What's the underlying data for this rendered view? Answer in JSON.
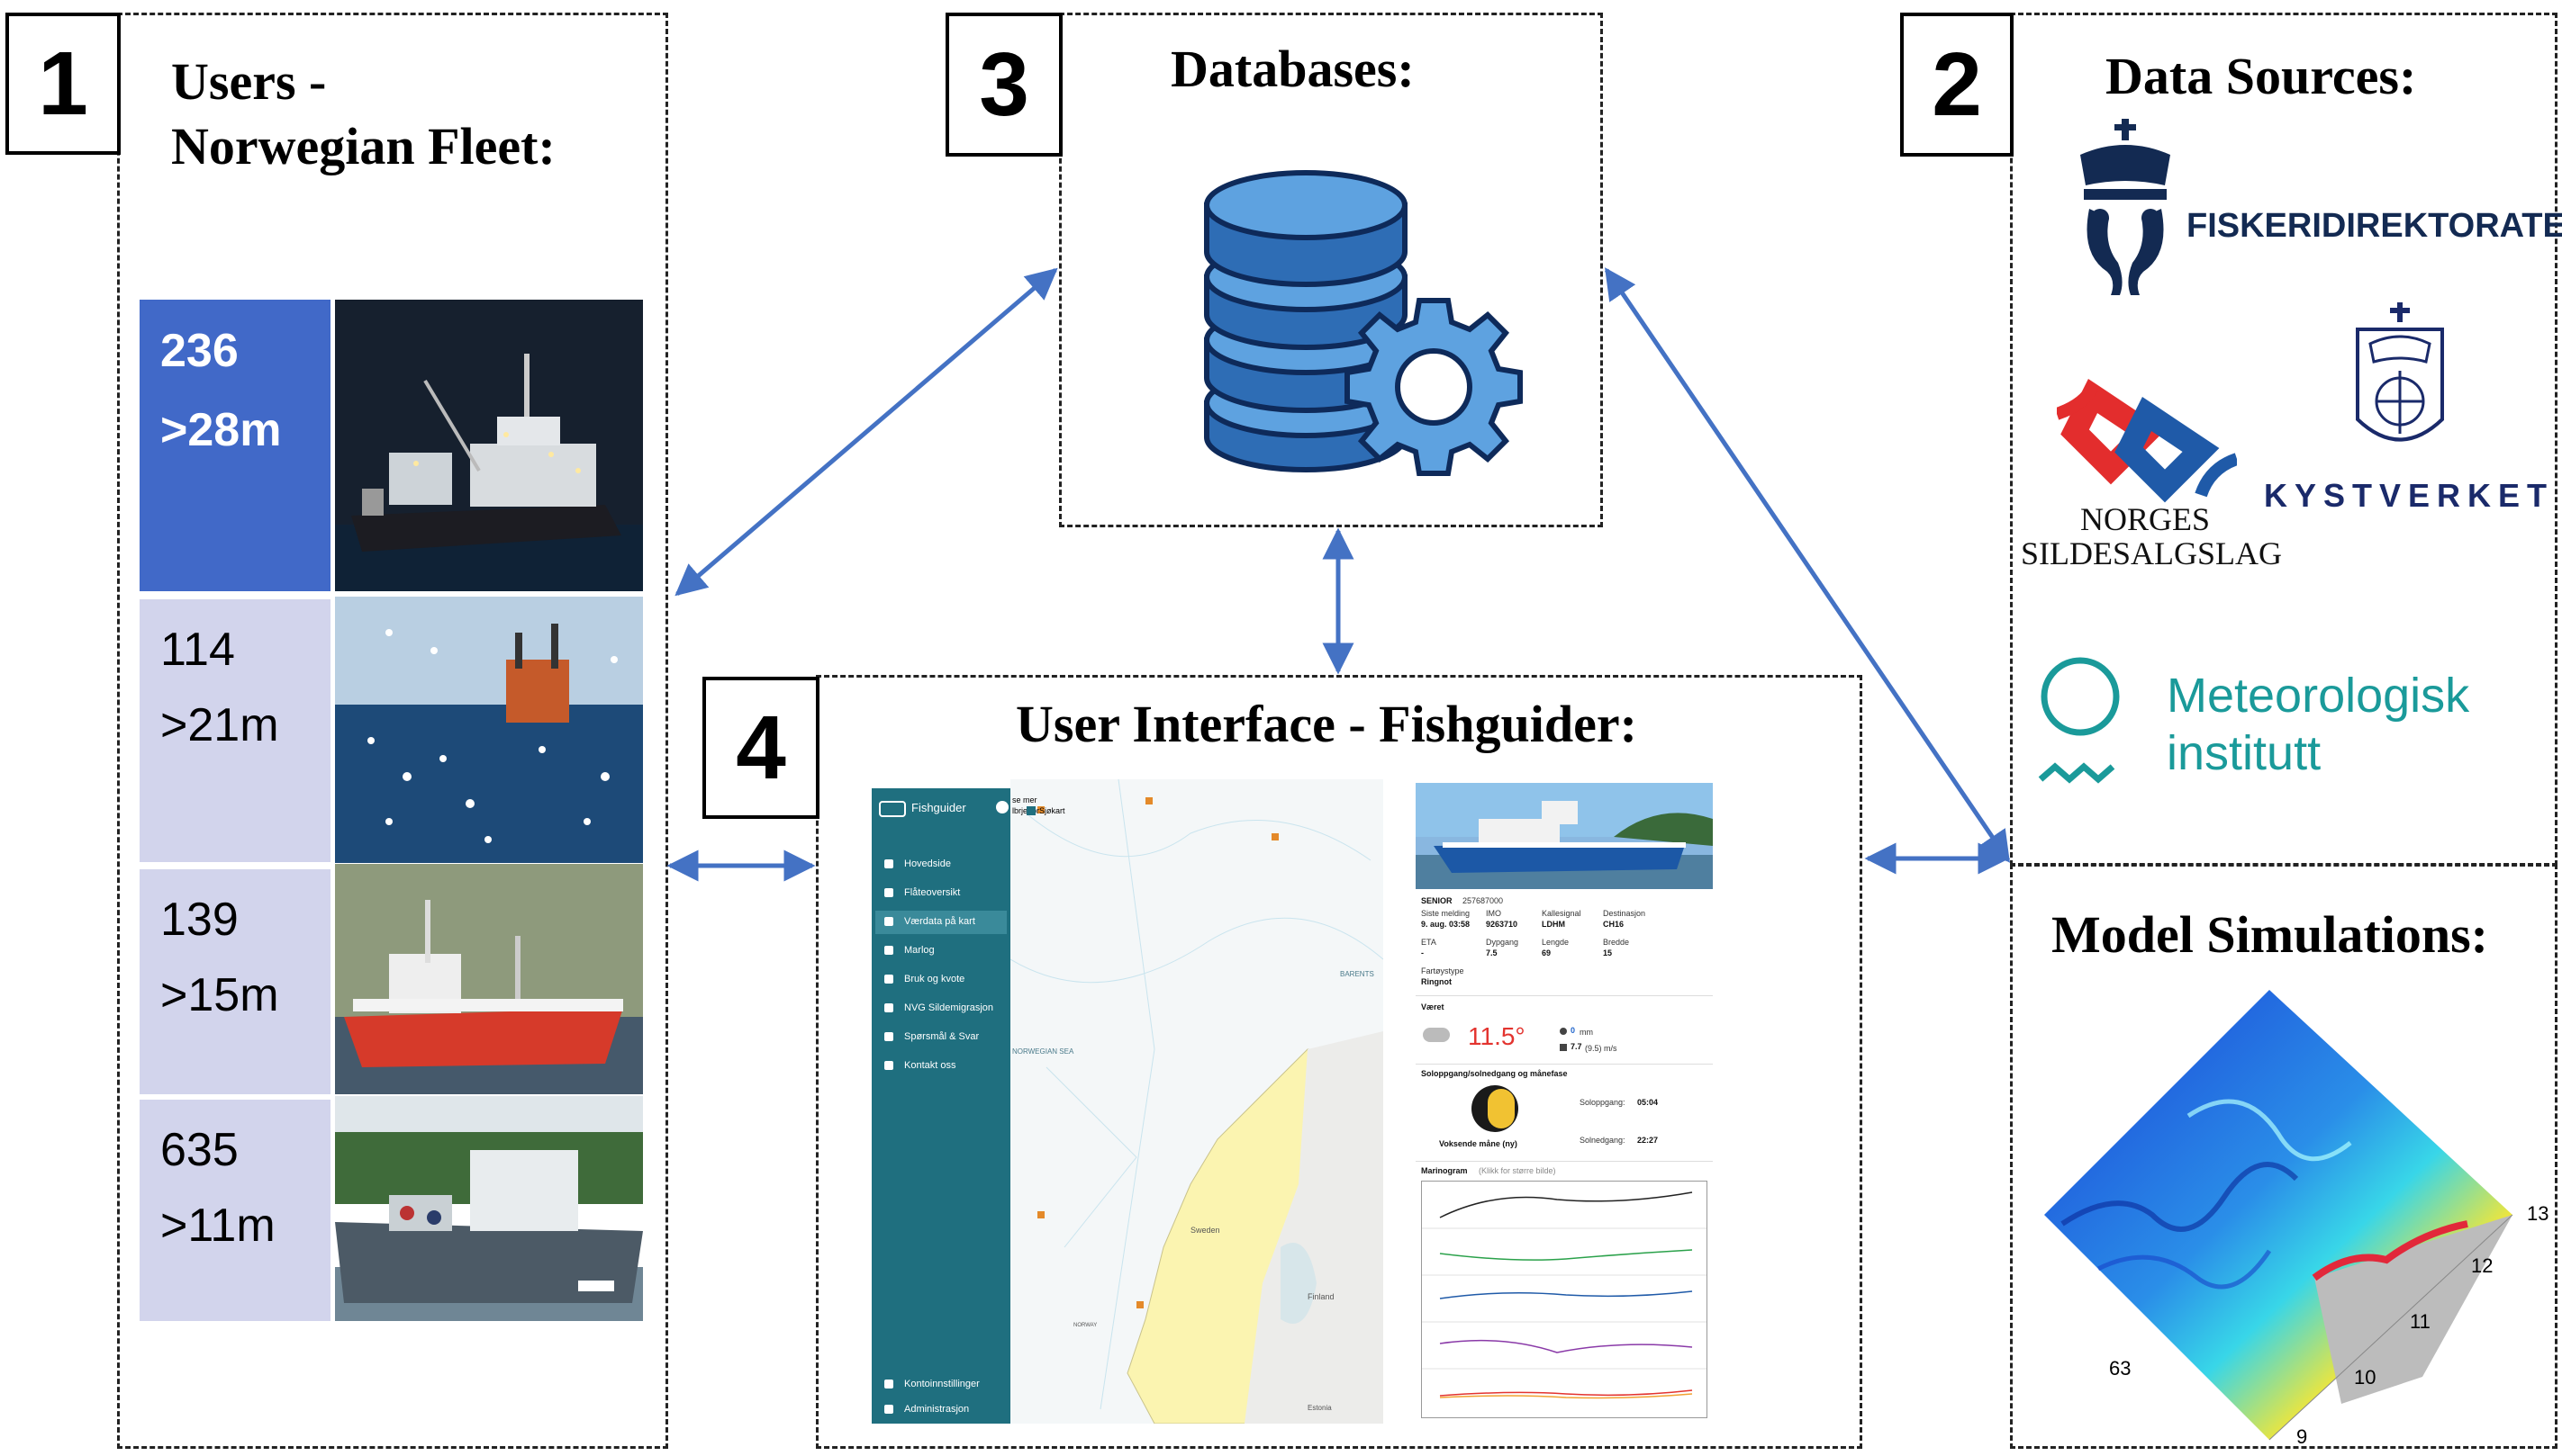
{
  "panels": {
    "users": {
      "number": "1",
      "title_line1": "Users -",
      "title_line2": "Norwegian Fleet:"
    },
    "data_sources": {
      "number": "2",
      "title": "Data Sources:"
    },
    "databases": {
      "number": "3",
      "title": "Databases:"
    },
    "ui": {
      "number": "4",
      "title": "User Interface - Fishguider:"
    },
    "model": {
      "title": "Model Simulations:"
    }
  },
  "fleet": [
    {
      "count": "236",
      "length": ">28m"
    },
    {
      "count": "114",
      "length": ">21m"
    },
    {
      "count": "139",
      "length": ">15m"
    },
    {
      "count": "635",
      "length": ">11m"
    }
  ],
  "sources": {
    "fiskeri": "FISKERIDIREKTORATET",
    "sildesalg_1": "NORGES",
    "sildesalg_2": "SILDESALGSLAG",
    "kystverket": "KYSTVERKET",
    "met_1": "Meteorologisk",
    "met_2": "institutt"
  },
  "fishguider": {
    "app_name": "Fishguider",
    "top_text_1": "se mer",
    "top_text_2": "lbrje for",
    "sjokart": "Sjøkart",
    "menu": [
      "Hovedside",
      "Flåteoversikt",
      "Værdata på kart",
      "Marlog",
      "Bruk og kvote",
      "NVG Sildemigrasjon",
      "Spørsmål & Svar",
      "Kontakt oss"
    ],
    "bottom_menu": [
      "Kontoinnstillinger",
      "Administrasjon"
    ],
    "map_labels": {
      "sea": "NORWEGIAN SEA",
      "barents": "BARENTS",
      "sweden": "Sweden",
      "finland": "Finland",
      "norway": "NORWAY",
      "estonia": "Estonia"
    },
    "vessel": {
      "name": "SENIOR",
      "id": "257687000",
      "fields": [
        {
          "label": "Siste melding",
          "value": "9. aug. 03:58"
        },
        {
          "label": "IMO",
          "value": "9263710"
        },
        {
          "label": "Kallesignal",
          "value": "LDHM"
        },
        {
          "label": "Destinasjon",
          "value": "CH16"
        },
        {
          "label": "ETA",
          "value": "-"
        },
        {
          "label": "Dypgang",
          "value": "7.5"
        },
        {
          "label": "Lengde",
          "value": "69"
        },
        {
          "label": "Bredde",
          "value": "15"
        }
      ],
      "type_label": "Fartøystype",
      "type_value": "Ringnot"
    },
    "weather": {
      "heading": "Været",
      "temp": "11.5°",
      "precip": "0",
      "precip_unit": "mm",
      "wind": "7.7",
      "wind_unit": "(9.5) m/s"
    },
    "sun": {
      "heading": "Soloppgang/solnedgang og månefase",
      "moon": "Voksende måne (ny)",
      "sunrise_label": "Soloppgang:",
      "sunrise": "05:04",
      "sunset_label": "Solnedgang:",
      "sunset": "22:27"
    },
    "marinogram": {
      "heading": "Marinogram",
      "hint": "(Klikk for større bilde)"
    }
  },
  "model_axes": {
    "lat": "63",
    "lon": [
      "9",
      "10",
      "11",
      "12",
      "13"
    ]
  },
  "colors": {
    "fleet_dark": "#4169c8",
    "fleet_light": "#d2d4ec",
    "arrow": "#4472c4",
    "db_blue": "#2e6db5",
    "db_light": "#5ea2e0",
    "sidebar": "#1f6f7f",
    "met_teal": "#1a9a9a"
  }
}
